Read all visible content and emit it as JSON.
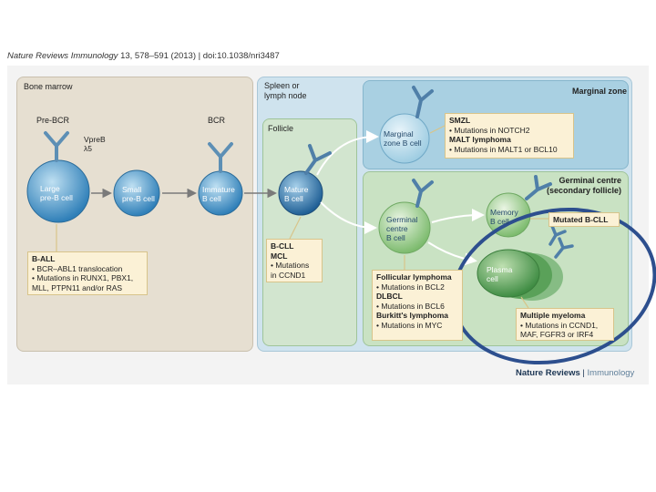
{
  "citation": {
    "journal": "Nature Reviews Immunology",
    "details": " 13, 578–591 (2013) | doi:10.1038/nri3487"
  },
  "panels": {
    "bone_marrow": "Bone marrow",
    "spleen": [
      "Spleen or",
      "lymph node"
    ],
    "follicle": "Follicle",
    "marginal_zone": "Marginal zone",
    "germinal_centre": [
      "Germinal centre",
      "(secondary follicle)"
    ]
  },
  "receptor_labels": {
    "pre_bcr": "Pre-BCR",
    "bcr": "BCR",
    "vpreb": "VpreB",
    "lambda5": "λ5"
  },
  "cells": {
    "large_pre_b": [
      "Large",
      "pre-B cell"
    ],
    "small_pre_b": [
      "Small",
      "pre-B cell"
    ],
    "immature_b": [
      "Immature",
      "B cell"
    ],
    "mature_b": [
      "Mature",
      "B cell"
    ],
    "marginal_zone_b": [
      "Marginal",
      "zone B cell"
    ],
    "germinal_centre_b": [
      "Germinal",
      "centre",
      "B cell"
    ],
    "memory_b": [
      "Memory",
      "B cell"
    ],
    "plasma": [
      "Plasma",
      "cell"
    ]
  },
  "boxes": {
    "b_all": {
      "title": "B-ALL",
      "lines": [
        "• BCR–ABL1 translocation",
        "• Mutations in RUNX1, PBX1,",
        "MLL, PTPN11 and/or RAS"
      ]
    },
    "b_cll": {
      "title1": "B-CLL",
      "title2": "MCL",
      "lines": [
        "• Mutations",
        "in CCND1"
      ]
    },
    "smzl": {
      "title": "SMZL",
      "line": "• Mutations in NOTCH2",
      "title2": "MALT lymphoma",
      "line2": "• Mutations in MALT1 or BCL10"
    },
    "mutated_bcll": {
      "title": "Mutated B-CLL"
    },
    "fl": {
      "title": "Follicular lymphoma",
      "line": "• Mutations in BCL2",
      "title2": "DLBCL",
      "line2": "• Mutations in BCL6",
      "title3": "Burkitt's lymphoma",
      "line3": "• Mutations in MYC"
    },
    "mm": {
      "title": "Multiple myeloma",
      "line": "• Mutations in CCND1,",
      "line2": "MAF, FGFR3 or IRF4"
    }
  },
  "logo": {
    "left": "Nature Reviews",
    "sep": " | ",
    "right": "Immunology"
  },
  "colors": {
    "bone_marrow_bg": "#e6dfd1",
    "spleen_bg": "#cfe3ee",
    "follicle_bg": "#d2e5cf",
    "marginal_zone_bg": "#a9d0e2",
    "germinal_centre_bg": "#c9e2c3",
    "annotation_ring": "#2d4f8e",
    "box_bg": "#fbf1d6"
  }
}
